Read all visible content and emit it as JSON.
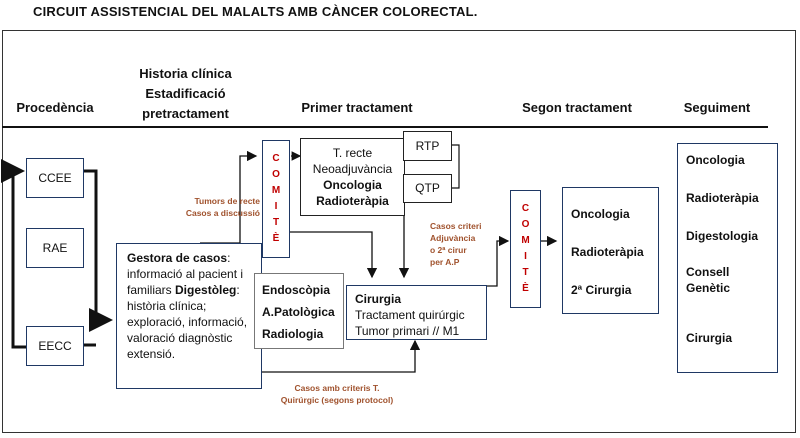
{
  "title": "CIRCUIT ASSISTENCIAL DEL MALALTS AMB CÀNCER COLORECTAL.",
  "headers": {
    "procedencia": "Procedència",
    "historia": "Historia clínica",
    "estadificacio": "Estadificació",
    "pretractament": "pretractament",
    "primer": "Primer tractament",
    "segon": "Segon tractament",
    "seguiment": "Seguiment"
  },
  "origins": [
    "CCEE",
    "RAE",
    "EECC"
  ],
  "gestora": {
    "title": "Gestora de casos",
    "line1_rest": ": informació al pacient i familiars",
    "digest_title": "Digestòleg",
    "line2_rest": ": història clínica; exploració, informació, valoració diagnòstic extensió."
  },
  "tests": [
    "Endoscòpia",
    "A.Patològica",
    "Radiologia"
  ],
  "comite_letters": [
    "C",
    "O",
    "M",
    "I",
    "T",
    "È"
  ],
  "recte": {
    "line1": "T. recte",
    "line2": "Neoadjuvància",
    "line3": "Oncologia",
    "line4": "Radioteràpia"
  },
  "rtp": "RTP",
  "qtp": "QTP",
  "cirurgia": {
    "title": "Cirurgia",
    "line1": "Tractament quirúrgic",
    "line2": "Tumor primari // M1"
  },
  "segon_box": [
    "Oncologia",
    "Radioteràpia",
    "2ª Cirurgia"
  ],
  "seguiment_box": [
    "Oncologia",
    "Radioteràpia",
    "Digestologia",
    "Consell",
    "Genètic",
    "Cirurgia"
  ],
  "notes": {
    "tumors": [
      "Tumors de recte",
      "Casos a discussió"
    ],
    "criteri": [
      "Casos criteri",
      "Adjuvància",
      "o 2ª cirur",
      "per A.P"
    ],
    "quirurgic": [
      "Casos amb criteris T.",
      "Quirúrgic (segons protocol)"
    ]
  }
}
